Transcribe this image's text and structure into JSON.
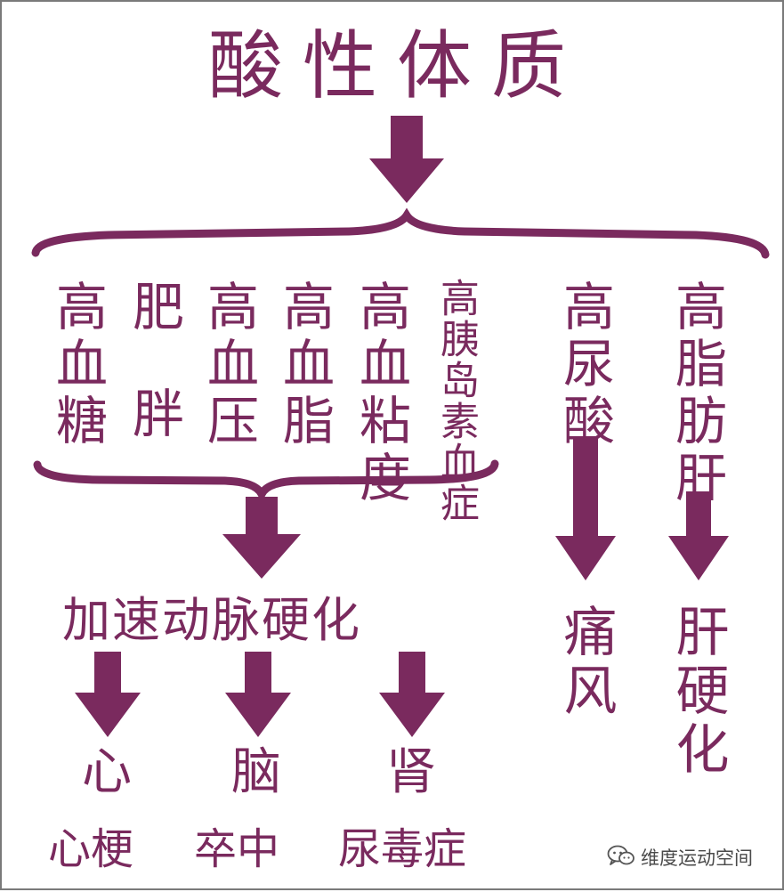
{
  "colors": {
    "accent": "#7a2a5e",
    "watermark": "#4a4a4a",
    "background": "#ffffff"
  },
  "title": "酸性体质",
  "conditions": [
    {
      "label": "高血糖"
    },
    {
      "label": "肥胖"
    },
    {
      "label": "高血压"
    },
    {
      "label": "高血脂"
    },
    {
      "label": "高血粘度"
    },
    {
      "label": "高胰岛素血症"
    },
    {
      "label": "高尿酸"
    },
    {
      "label": "高脂肪肝"
    }
  ],
  "mid_result": "加速动脉硬化",
  "organs": [
    "心",
    "脑",
    "肾"
  ],
  "diseases": [
    "心梗",
    "卒中",
    "尿毒症"
  ],
  "side_results": [
    "痛风",
    "肝硬化"
  ],
  "watermark": {
    "icon": "wechat-icon",
    "text": "维度运动空间"
  }
}
